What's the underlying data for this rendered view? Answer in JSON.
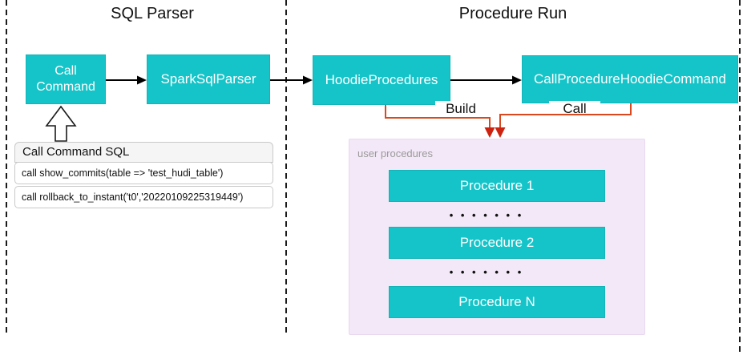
{
  "sections": {
    "sql_parser": {
      "title": "SQL Parser"
    },
    "procedure_run": {
      "title": "Procedure Run"
    }
  },
  "nodes": {
    "call_command": {
      "label": "Call Command"
    },
    "spark_sql_parser": {
      "label": "SparkSqlParser"
    },
    "hoodie_procedures": {
      "label": "HoodieProcedures"
    },
    "call_procedure_hoodie_command": {
      "label": "CallProcedureHoodieCommand"
    }
  },
  "edges": {
    "build_label": "Build",
    "call_label": "Call"
  },
  "sql_panel": {
    "header": "Call Command SQL",
    "rows": [
      "call show_commits(table => 'test_hudi_table')",
      "call rollback_to_instant('t0','20220109225319449')"
    ]
  },
  "user_procedures": {
    "label": "user procedures",
    "items": [
      "Procedure 1",
      "Procedure 2",
      "Procedure N"
    ],
    "ellipsis": "• • • • • • •"
  },
  "colors": {
    "node_fill": "#14c4c8",
    "node_border": "#12b4b8",
    "connector": "#d9481e",
    "arrowhead": "#cc220f",
    "panel_fill": "#f3e8f7",
    "panel_border": "#e9d9f0",
    "label_gray": "#9a9a9a"
  }
}
